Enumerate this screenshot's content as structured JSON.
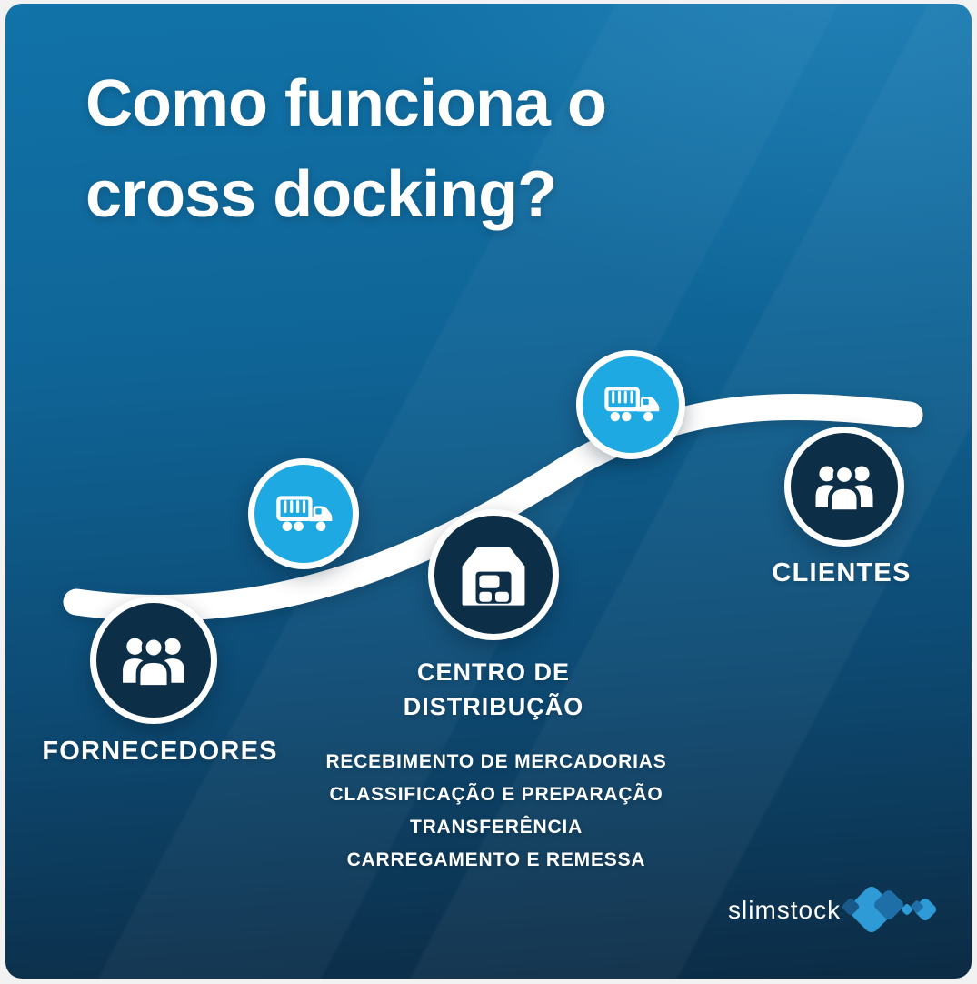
{
  "title": {
    "line1": "Como funciona o",
    "line2": "cross docking?"
  },
  "flow": {
    "suppliers": {
      "label": "FORNECEDORES",
      "icon": "people-group-icon"
    },
    "transport_inbound": {
      "icon": "truck-icon"
    },
    "distribution_center": {
      "label_line1": "CENTRO DE",
      "label_line2": "DISTRIBUÇÃO",
      "icon": "warehouse-icon",
      "steps": [
        "RECEBIMENTO DE MERCADORIAS",
        "CLASSIFICAÇÃO E PREPARAÇÃO",
        "TRANSFERÊNCIA",
        "CARREGAMENTO E REMESSA"
      ]
    },
    "transport_outbound": {
      "icon": "truck-icon"
    },
    "clients": {
      "label": "CLIENTES",
      "icon": "people-group-icon"
    }
  },
  "logo": {
    "text": "slimstock",
    "mark": "diamond-cluster-icon"
  },
  "colors": {
    "background_top": "#1173a9",
    "background_bottom": "#0c2b44",
    "node_dark": "#0d2e47",
    "node_accent": "#1ea9e2",
    "flow_path": "#ffffff",
    "text": "#ffffff",
    "logo_light_blue": "#2e9bd6",
    "logo_dark_blue": "#1e6fa8"
  }
}
